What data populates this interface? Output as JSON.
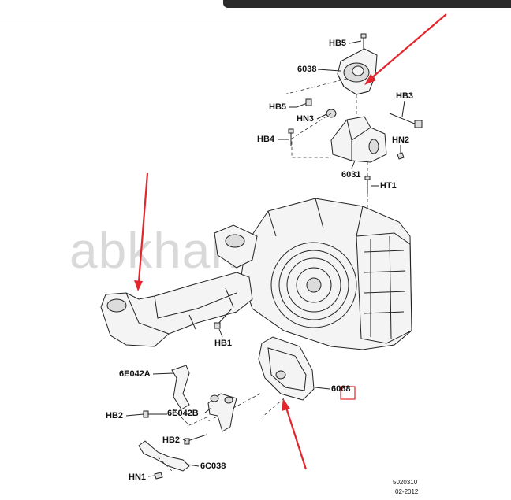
{
  "watermark": "abkhan…t.ru",
  "labels": {
    "hb5_top": "HB5",
    "p6038": "6038",
    "hb5_mid": "HB5",
    "hb3": "HB3",
    "hn3": "HN3",
    "hb4": "HB4",
    "hn2": "HN2",
    "p6031": "6031",
    "ht1": "HT1",
    "hb1": "HB1",
    "p6e042a": "6E042A",
    "p6068": "6068",
    "hb2_a": "HB2",
    "p6e042b": "6E042B",
    "hb2_b": "HB2",
    "p6c038": "6C038",
    "hn1": "HN1"
  },
  "footer": {
    "code": "5020310",
    "date": "02-2012"
  },
  "colors": {
    "annotation_arrow": "#e3262c",
    "highlight_box": "#e3262c",
    "line_art": "#222222",
    "watermark": "#d9d9d9"
  }
}
